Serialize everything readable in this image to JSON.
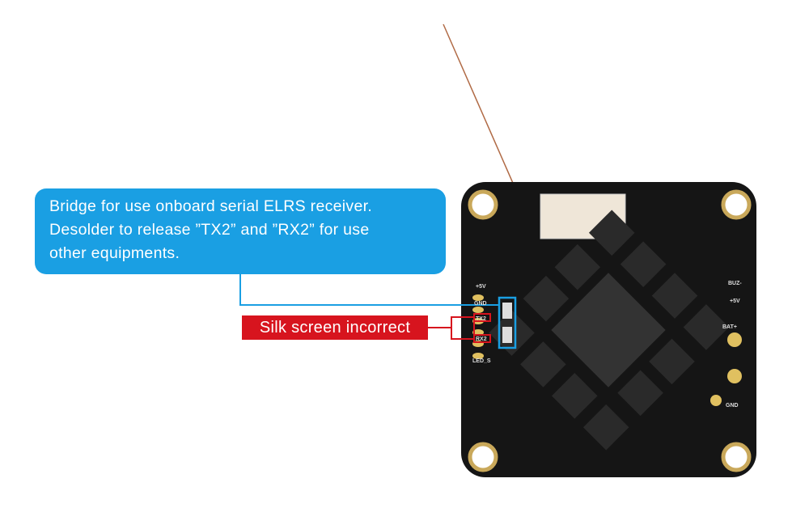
{
  "callout": {
    "lines": [
      "Bridge for use onboard serial ELRS receiver.",
      "Desolder to release ”TX2” and ”RX2” for use",
      "other equipments."
    ],
    "color": "#1a9fe3"
  },
  "warning": {
    "label": "Silk screen incorrect",
    "color": "#d7141e"
  },
  "board_labels": {
    "left_5v": "+5V",
    "left_gnd": "GND",
    "tx2": "TX2",
    "rx2": "RX2",
    "led": "LED_S",
    "buz": "BUZ-",
    "right_5v": "+5V",
    "bat": "BAT+",
    "gnd": "GND"
  }
}
